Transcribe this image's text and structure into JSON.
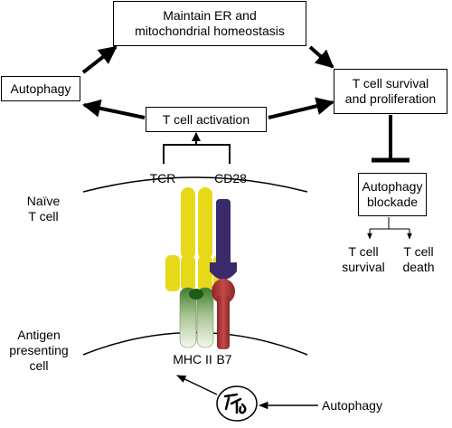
{
  "boxes": {
    "maintain": "Maintain ER and\nmitochondrial homeostasis",
    "autophagy_left": "Autophagy",
    "t_activation": "T cell activation",
    "survival_prolif": "T cell survival\nand proliferation",
    "blockade": "Autophagy\nblockade"
  },
  "labels": {
    "tcr": "TCR",
    "cd28": "CD28",
    "naive": "Naïve\nT cell",
    "apc": "Antigen\npresenting\ncell",
    "mhc": "MHC II",
    "b7": "B7",
    "survival": "T cell\nsurvival",
    "death": "T cell\ndeath",
    "autophagy_bottom": "Autophagy"
  },
  "colors": {
    "tcr": "#e8d81a",
    "cd28": "#3b2a6b",
    "mhc_top": "#2e6b1e",
    "mhc_bottom": "#eef3e6",
    "b7": "#b23a3a"
  }
}
